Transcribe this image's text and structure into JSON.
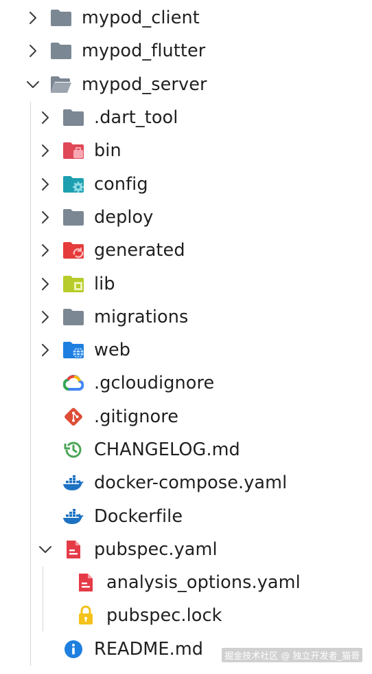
{
  "explorer": {
    "items": [
      {
        "label": "mypod_client",
        "type": "folder",
        "expanded": false,
        "icon": "folder-icon"
      },
      {
        "label": "mypod_flutter",
        "type": "folder",
        "expanded": false,
        "icon": "folder-icon"
      },
      {
        "label": "mypod_server",
        "type": "folder",
        "expanded": true,
        "icon": "folder-open-icon"
      },
      {
        "label": ".dart_tool",
        "type": "folder",
        "expanded": false,
        "icon": "folder-icon"
      },
      {
        "label": "bin",
        "type": "folder",
        "expanded": false,
        "icon": "folder-bin-icon"
      },
      {
        "label": "config",
        "type": "folder",
        "expanded": false,
        "icon": "folder-config-icon"
      },
      {
        "label": "deploy",
        "type": "folder",
        "expanded": false,
        "icon": "folder-icon"
      },
      {
        "label": "generated",
        "type": "folder",
        "expanded": false,
        "icon": "folder-generated-icon"
      },
      {
        "label": "lib",
        "type": "folder",
        "expanded": false,
        "icon": "folder-lib-icon"
      },
      {
        "label": "migrations",
        "type": "folder",
        "expanded": false,
        "icon": "folder-icon"
      },
      {
        "label": "web",
        "type": "folder",
        "expanded": false,
        "icon": "folder-web-icon"
      },
      {
        "label": ".gcloudignore",
        "type": "file",
        "icon": "google-cloud-icon"
      },
      {
        "label": ".gitignore",
        "type": "file",
        "icon": "git-icon"
      },
      {
        "label": "CHANGELOG.md",
        "type": "file",
        "icon": "changelog-icon"
      },
      {
        "label": "docker-compose.yaml",
        "type": "file",
        "icon": "docker-icon"
      },
      {
        "label": "Dockerfile",
        "type": "file",
        "icon": "docker-icon"
      },
      {
        "label": "pubspec.yaml",
        "type": "file",
        "expanded": true,
        "icon": "yaml-file-icon"
      },
      {
        "label": "analysis_options.yaml",
        "type": "file",
        "icon": "yaml-file-icon"
      },
      {
        "label": "pubspec.lock",
        "type": "file",
        "icon": "lock-icon"
      },
      {
        "label": "README.md",
        "type": "file",
        "icon": "info-icon"
      }
    ]
  },
  "watermark": "掘金技术社区 @ 独立开发者_猫哥",
  "colors": {
    "folder_gray": "#7b8793",
    "bin_red": "#e04757",
    "config_teal": "#1e9fb0",
    "generated_red": "#e53b3b",
    "lib_green": "#b7cb2a",
    "web_blue": "#1e7fe0",
    "docker_blue": "#1d72c2",
    "git_orange": "#de4c36",
    "yaml_red": "#e53b47",
    "lock_yellow": "#f4c21b",
    "info_blue": "#1e7fe0",
    "changelog_green": "#4aa556"
  }
}
